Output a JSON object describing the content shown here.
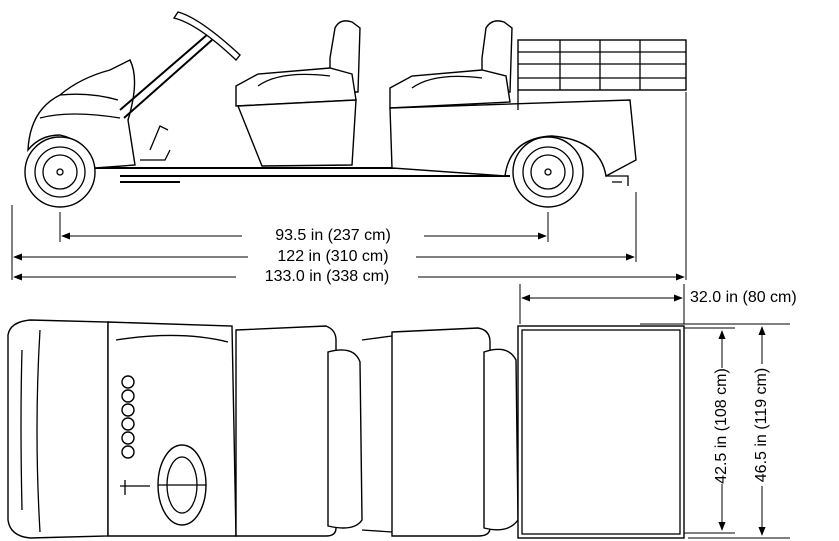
{
  "dimensions": {
    "wheelbase": "93.5 in (237 cm)",
    "length_mid": "122 in (310 cm)",
    "overall_length": "133.0 in (338 cm)",
    "bed_length": "32.0 in (80 cm)",
    "bed_width_inner": "42.5 in (108 cm)",
    "bed_width_outer": "46.5 in (119 cm)"
  }
}
